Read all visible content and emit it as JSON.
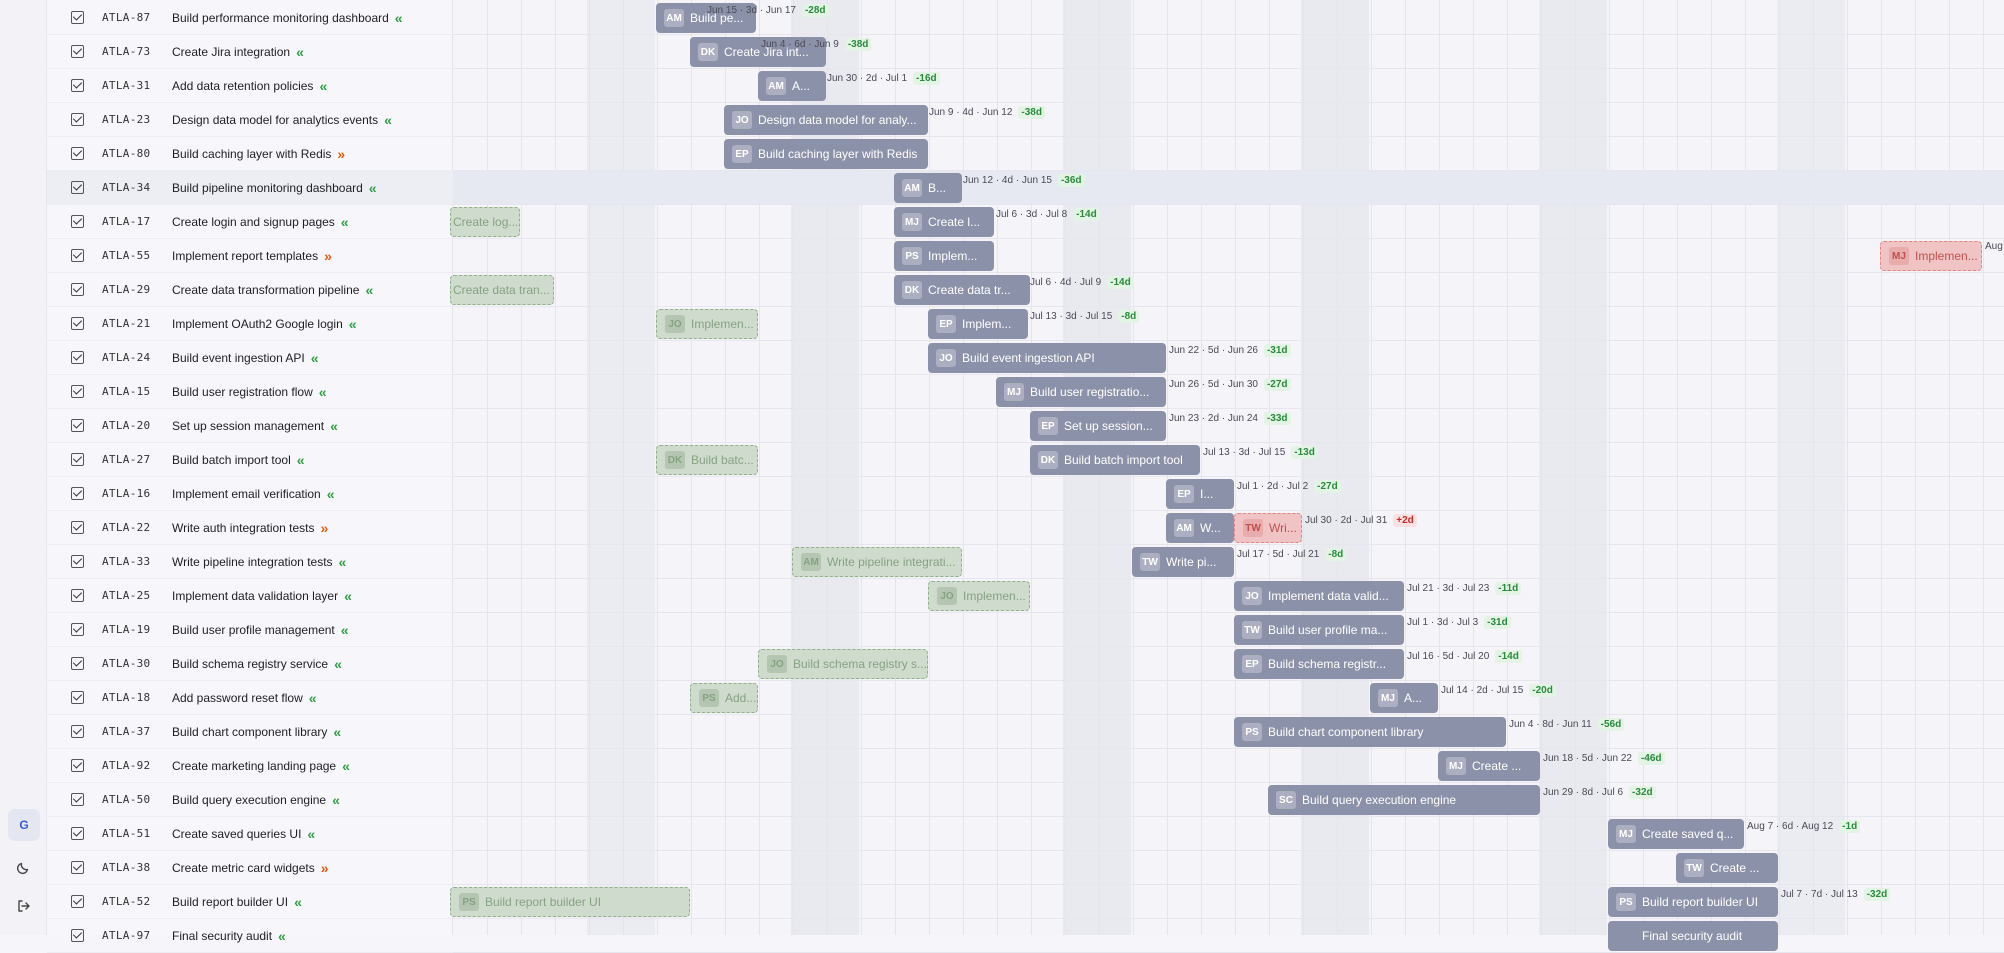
{
  "rail": {
    "workspace_initial": "G",
    "theme_icon": "moon-icon",
    "logout_icon": "logout-icon"
  },
  "rows": [
    {
      "key": "ATLA-87",
      "title": "Build performance monitoring dashboard",
      "priority": "low",
      "bar": {
        "avatar": "AM",
        "label": "Build pe...",
        "style": "solid"
      },
      "dates": "Jun 15 · 3d · Jun 17",
      "delta": "-28d",
      "delta_color": "green"
    },
    {
      "key": "ATLA-73",
      "title": "Create Jira integration",
      "priority": "low",
      "bar": {
        "avatar": "DK",
        "label": "Create Jira int...",
        "style": "solid"
      },
      "dates": "Jun 4 · 6d · Jun 9",
      "delta": "-38d",
      "delta_color": "green"
    },
    {
      "key": "ATLA-31",
      "title": "Add data retention policies",
      "priority": "low",
      "bar": {
        "avatar": "AM",
        "label": "A...",
        "style": "solid"
      },
      "dates": "Jun 30 · 2d · Jul 1",
      "delta": "-16d",
      "delta_color": "green"
    },
    {
      "key": "ATLA-23",
      "title": "Design data model for analytics events",
      "priority": "low",
      "bar": {
        "avatar": "JO",
        "label": "Design data model for analy...",
        "style": "solid"
      },
      "dates": "Jun 9 · 4d · Jun 12",
      "delta": "-38d",
      "delta_color": "green"
    },
    {
      "key": "ATLA-80",
      "title": "Build caching layer with Redis",
      "priority": "high",
      "bar": {
        "avatar": "EP",
        "label": "Build caching layer with Redis",
        "style": "solid"
      },
      "dates": "",
      "delta": "",
      "delta_color": "green"
    },
    {
      "key": "ATLA-34",
      "title": "Build pipeline monitoring dashboard",
      "priority": "low",
      "bar": {
        "avatar": "AM",
        "label": "B...",
        "style": "solid"
      },
      "dates": "Jun 12 · 4d · Jun 15",
      "delta": "-36d",
      "delta_color": "green",
      "highlight": true
    },
    {
      "key": "ATLA-17",
      "title": "Create login and signup pages",
      "priority": "low",
      "bar": {
        "avatar": "MJ",
        "label": "Create l...",
        "style": "solid"
      },
      "dates": "Jul 6 · 3d · Jul 8",
      "delta": "-14d",
      "delta_color": "green",
      "ghost": {
        "avatar": "",
        "label": "Create log...",
        "style": "ghost"
      }
    },
    {
      "key": "ATLA-55",
      "title": "Implement report templates",
      "priority": "high",
      "bar": {
        "avatar": "PS",
        "label": "Implem...",
        "style": "solid"
      },
      "dates": "",
      "delta": "",
      "delta_color": "green",
      "ghost": {
        "avatar": "MJ",
        "label": "Implemen...",
        "style": "ghost red"
      },
      "ghost_meta": "Aug"
    },
    {
      "key": "ATLA-29",
      "title": "Create data transformation pipeline",
      "priority": "low",
      "bar": {
        "avatar": "DK",
        "label": "Create data tr...",
        "style": "solid"
      },
      "dates": "Jul 6 · 4d · Jul 9",
      "delta": "-14d",
      "delta_color": "green",
      "ghost": {
        "avatar": "",
        "label": "Create data tran...",
        "style": "ghost"
      }
    },
    {
      "key": "ATLA-21",
      "title": "Implement OAuth2 Google login",
      "priority": "low",
      "bar": {
        "avatar": "EP",
        "label": "Implem...",
        "style": "solid"
      },
      "dates": "Jul 13 · 3d · Jul 15",
      "delta": "-8d",
      "delta_color": "green",
      "ghost": {
        "avatar": "JO",
        "label": "Implemen...",
        "style": "ghost"
      }
    },
    {
      "key": "ATLA-24",
      "title": "Build event ingestion API",
      "priority": "low",
      "bar": {
        "avatar": "JO",
        "label": "Build event ingestion API",
        "style": "solid"
      },
      "dates": "Jun 22 · 5d · Jun 26",
      "delta": "-31d",
      "delta_color": "green"
    },
    {
      "key": "ATLA-15",
      "title": "Build user registration flow",
      "priority": "low",
      "bar": {
        "avatar": "MJ",
        "label": "Build user registratio...",
        "style": "solid"
      },
      "dates": "Jun 26 · 5d · Jun 30",
      "delta": "-27d",
      "delta_color": "green"
    },
    {
      "key": "ATLA-20",
      "title": "Set up session management",
      "priority": "low",
      "bar": {
        "avatar": "EP",
        "label": "Set up session...",
        "style": "solid"
      },
      "dates": "Jun 23 · 2d · Jun 24",
      "delta": "-33d",
      "delta_color": "green"
    },
    {
      "key": "ATLA-27",
      "title": "Build batch import tool",
      "priority": "low",
      "bar": {
        "avatar": "DK",
        "label": "Build batch import tool",
        "style": "solid"
      },
      "dates": "Jul 13 · 3d · Jul 15",
      "delta": "-13d",
      "delta_color": "green",
      "ghost": {
        "avatar": "DK",
        "label": "Build batc...",
        "style": "ghost"
      }
    },
    {
      "key": "ATLA-16",
      "title": "Implement email verification",
      "priority": "low",
      "bar": {
        "avatar": "EP",
        "label": "I...",
        "style": "solid"
      },
      "dates": "Jul 1 · 2d · Jul 2",
      "delta": "-27d",
      "delta_color": "green"
    },
    {
      "key": "ATLA-22",
      "title": "Write auth integration tests",
      "priority": "high",
      "bar": {
        "avatar": "AM",
        "label": "W...",
        "style": "solid"
      },
      "dates": "Jul 30 · 2d · Jul 31",
      "delta": "+2d",
      "delta_color": "red",
      "ghost": {
        "avatar": "TW",
        "label": "Wri...",
        "style": "ghost red"
      }
    },
    {
      "key": "ATLA-33",
      "title": "Write pipeline integration tests",
      "priority": "low",
      "bar": {
        "avatar": "TW",
        "label": "Write pi...",
        "style": "solid"
      },
      "dates": "Jul 17 · 5d · Jul 21",
      "delta": "-8d",
      "delta_color": "green",
      "ghost": {
        "avatar": "AM",
        "label": "Write pipeline integrati...",
        "style": "ghost"
      }
    },
    {
      "key": "ATLA-25",
      "title": "Implement data validation layer",
      "priority": "low",
      "bar": {
        "avatar": "JO",
        "label": "Implement data valid...",
        "style": "solid"
      },
      "dates": "Jul 21 · 3d · Jul 23",
      "delta": "-11d",
      "delta_color": "green",
      "ghost": {
        "avatar": "JO",
        "label": "Implemen...",
        "style": "ghost"
      }
    },
    {
      "key": "ATLA-19",
      "title": "Build user profile management",
      "priority": "low",
      "bar": {
        "avatar": "TW",
        "label": "Build user profile ma...",
        "style": "solid"
      },
      "dates": "Jul 1 · 3d · Jul 3",
      "delta": "-31d",
      "delta_color": "green"
    },
    {
      "key": "ATLA-30",
      "title": "Build schema registry service",
      "priority": "low",
      "bar": {
        "avatar": "EP",
        "label": "Build schema registr...",
        "style": "solid"
      },
      "dates": "Jul 16 · 5d · Jul 20",
      "delta": "-14d",
      "delta_color": "green",
      "ghost": {
        "avatar": "JO",
        "label": "Build schema registry s...",
        "style": "ghost"
      }
    },
    {
      "key": "ATLA-18",
      "title": "Add password reset flow",
      "priority": "low",
      "bar": {
        "avatar": "MJ",
        "label": "A...",
        "style": "solid"
      },
      "dates": "Jul 14 · 2d · Jul 15",
      "delta": "-20d",
      "delta_color": "green",
      "ghost": {
        "avatar": "PS",
        "label": "Add...",
        "style": "ghost"
      }
    },
    {
      "key": "ATLA-37",
      "title": "Build chart component library",
      "priority": "low",
      "bar": {
        "avatar": "PS",
        "label": "Build chart component library",
        "style": "solid"
      },
      "dates": "Jun 4 · 8d · Jun 11",
      "delta": "-56d",
      "delta_color": "green"
    },
    {
      "key": "ATLA-92",
      "title": "Create marketing landing page",
      "priority": "low",
      "bar": {
        "avatar": "MJ",
        "label": "Create ...",
        "style": "solid"
      },
      "dates": "Jun 18 · 5d · Jun 22",
      "delta": "-46d",
      "delta_color": "green"
    },
    {
      "key": "ATLA-50",
      "title": "Build query execution engine",
      "priority": "low",
      "bar": {
        "avatar": "SC",
        "label": "Build query execution engine",
        "style": "solid"
      },
      "dates": "Jun 29 · 8d · Jul 6",
      "delta": "-32d",
      "delta_color": "green"
    },
    {
      "key": "ATLA-51",
      "title": "Create saved queries UI",
      "priority": "low",
      "bar": {
        "avatar": "MJ",
        "label": "Create saved q...",
        "style": "solid"
      },
      "dates": "Aug 7 · 6d · Aug 12",
      "delta": "-1d",
      "delta_color": "green",
      "ghost": {
        "avatar": "MJ",
        "label": "",
        "style": "ghost"
      }
    },
    {
      "key": "ATLA-38",
      "title": "Create metric card widgets",
      "priority": "high",
      "bar": {
        "avatar": "TW",
        "label": "Create ...",
        "style": "solid"
      },
      "dates": "",
      "delta": "",
      "delta_color": "green"
    },
    {
      "key": "ATLA-52",
      "title": "Build report builder UI",
      "priority": "low",
      "bar": {
        "avatar": "PS",
        "label": "Build report builder UI",
        "style": "solid"
      },
      "dates": "Jul 7 · 7d · Jul 13",
      "delta": "-32d",
      "delta_color": "green",
      "ghost": {
        "avatar": "PS",
        "label": "Build report builder UI",
        "style": "ghost"
      }
    },
    {
      "key": "ATLA-97",
      "title": "Final security audit",
      "priority": "low",
      "bar": {
        "avatar": "",
        "label": "Final security audit",
        "style": "solid"
      },
      "dates": "",
      "delta": "",
      "delta_color": "green"
    }
  ],
  "colors": {
    "bar": "#8c91aa",
    "ghost_green": "#cfdccd",
    "ghost_red": "#f0c4c4",
    "priority_low": "#2f9e44",
    "priority_high": "#e8590c"
  }
}
